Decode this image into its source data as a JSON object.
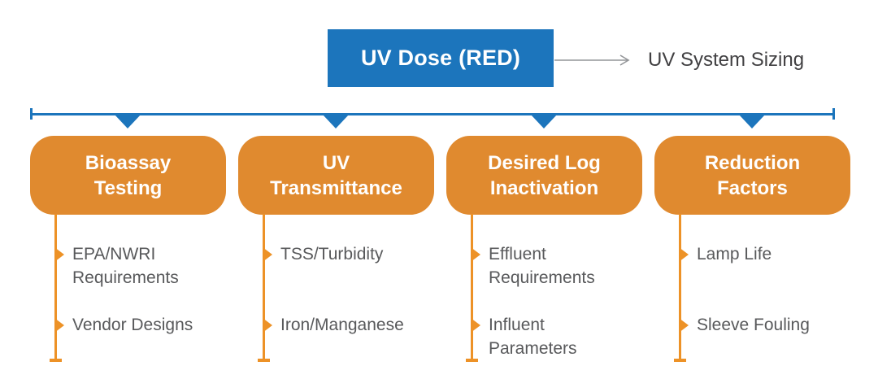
{
  "header": {
    "source_label": "UV Dose (RED)",
    "target_label": "UV System Sizing"
  },
  "colors": {
    "blue": "#1C75BC",
    "orange_box": "#E08A2F",
    "orange_stem": "#ED9227",
    "item_text": "#58595B",
    "target_text": "#414042",
    "flow_arrow": "#939598",
    "background": "#FFFFFF"
  },
  "columns": [
    {
      "title": "Bioassay\nTesting",
      "items": [
        "EPA/NWRI\nRequirements",
        "Vendor Designs"
      ]
    },
    {
      "title": "UV\nTransmittance",
      "items": [
        "TSS/Turbidity",
        "Iron/Manganese"
      ]
    },
    {
      "title": "Desired Log\nInactivation",
      "items": [
        "Effluent\nRequirements",
        "Influent\nParameters"
      ]
    },
    {
      "title": "Reduction\nFactors",
      "items": [
        "Lamp Life",
        "Sleeve Fouling"
      ]
    }
  ]
}
